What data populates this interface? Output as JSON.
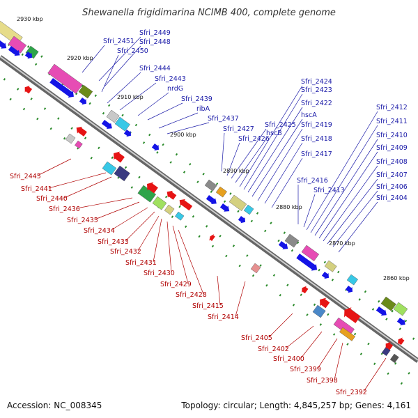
{
  "title": "Shewanella frigidimarina NCIMB 400, complete genome",
  "accession": "Accession: NC_008345",
  "topology": "Topology: circular; Length: 4,845,257 bp; Genes: 4,161",
  "kbp_ticks": [
    "2930 kbp",
    "2920 kbp",
    "2910 kbp",
    "2900 kbp",
    "2890 kbp",
    "2880 kbp",
    "2870 kbp",
    "2860 kbp"
  ],
  "blue_labels": [
    "Sfri_2451",
    "Sfri_2449",
    "Sfri_2448",
    "Sfri_2450",
    "Sfri_2444",
    "Sfri_2443",
    "nrdG",
    "Sfri_2439",
    "ribA",
    "Sfri_2437",
    "Sfri_2427",
    "Sfri_2426",
    "Sfri_2425",
    "hscB",
    "Sfri_2424",
    "Sfri_2423",
    "Sfri_2422",
    "hscA",
    "Sfri_2419",
    "Sfri_2418",
    "Sfri_2417",
    "Sfri_2416",
    "Sfri_2413",
    "Sfri_2412",
    "Sfri_2411",
    "Sfri_2410",
    "Sfri_2409",
    "Sfri_2408",
    "Sfri_2407",
    "Sfri_2406",
    "Sfri_2404"
  ],
  "red_labels": [
    "Sfri_2445",
    "Sfri_2441",
    "Sfri_2440",
    "Sfri_2436",
    "Sfri_2435",
    "Sfri_2434",
    "Sfri_2433",
    "Sfri_2432",
    "Sfri_2431",
    "Sfri_2430",
    "Sfri_2429",
    "Sfri_2428",
    "Sfri_2415",
    "Sfri_2414",
    "Sfri_2405",
    "Sfri_2402",
    "Sfri_2400",
    "Sfri_2399",
    "Sfri_2398",
    "Sfri_2392"
  ],
  "colors": {
    "forward": "#1414e6",
    "reverse": "#e61414",
    "blue_label": "#1a1aa8",
    "red_label": "#b00000",
    "backbone": "#888888",
    "tick": "#2a8a2a"
  }
}
